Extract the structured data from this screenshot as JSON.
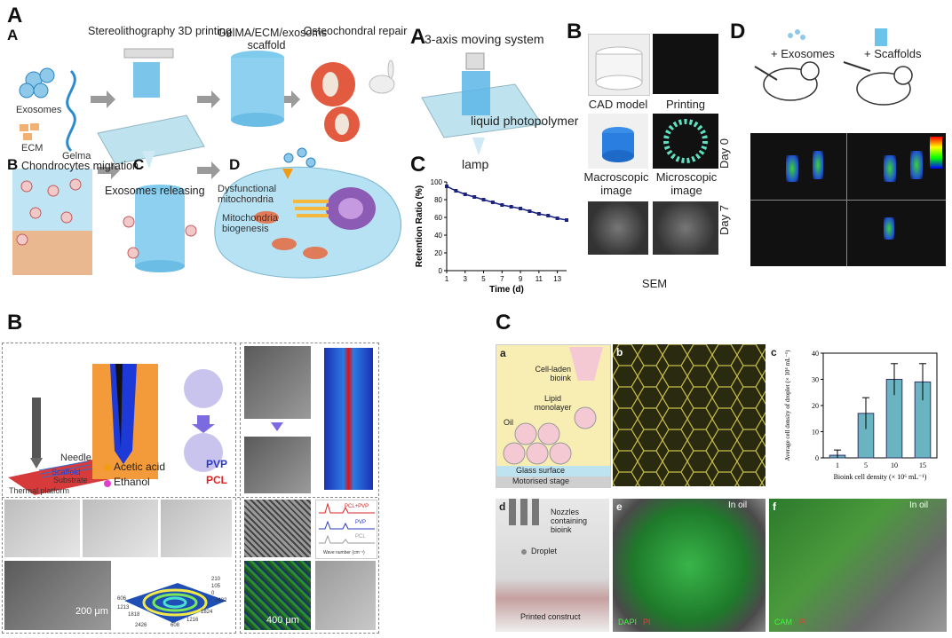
{
  "panelA": {
    "letter": "A",
    "sub_a": "A",
    "sub_b": "B",
    "sub_c": "C",
    "sub_d": "D",
    "step1": "Stereolithography 3D printing",
    "step2": "GelMA/ECM/exosoms scaffold",
    "step3": "Osteochondral repair",
    "exosomes": "Exosomes",
    "ecm": "ECM",
    "gelma": "Gelma",
    "chondro": "Chondrocytes migration",
    "releasing": "Exosomes releasing",
    "dysfunctional": "Dysfunctional mitochondria",
    "biogenesis": "Mitochondria biogenesis"
  },
  "panelA2": {
    "letter": "A",
    "moving": "3-axis moving system",
    "photopolymer": "liquid photopolymer",
    "lamp": "lamp",
    "sub_b": "B",
    "cad": "CAD model",
    "printing": "Printing",
    "macro": "Macroscopic image",
    "micro": "Microscopic image",
    "sem": "SEM",
    "sub_c": "C",
    "sub_d": "D",
    "plus_exo": "+ Exosomes",
    "plus_scaf": "+ Scaffolds",
    "day0": "Day 0",
    "day7": "Day 7"
  },
  "panelB": {
    "letter": "B",
    "needle": "Needle",
    "scaffold": "Scaffold",
    "substrate": "Substrate",
    "platform": "Thermal platform",
    "acetic": "Acetic acid",
    "ethanol": "Ethanol",
    "pvp": "PVP",
    "pcl": "PCL",
    "scale200": "200 μm",
    "scale400": "400 μm",
    "legend_pclpvp": "PCL+PVP",
    "legend_pvp": "PVP",
    "legend_pcl": "PCL",
    "wave": "Wave number (cm⁻¹)",
    "axis_ticks": [
      "210",
      "105",
      "0",
      "2432",
      "1824",
      "1216",
      "608",
      "1213",
      "1818",
      "2426",
      "606"
    ]
  },
  "panelC": {
    "letter": "C",
    "a": "a",
    "b": "b",
    "c": "c",
    "d": "d",
    "e": "e",
    "f": "f",
    "cell_laden": "Cell-laden bioink",
    "lipid": "Lipid monolayer",
    "oil": "Oil",
    "glass": "Glass surface",
    "stage": "Motorised stage",
    "nozzles": "Nozzles containing bioink",
    "droplet": "Droplet",
    "printed": "Printed construct",
    "inoil": "In oil",
    "dapi": "DAPI",
    "pi": "PI",
    "calcein": "CAM",
    "pi2": "PI"
  },
  "chart_retention": {
    "type": "line",
    "xlabel": "Time (d)",
    "ylabel": "Retention Ratio (%)",
    "xlim": [
      1,
      14
    ],
    "ylim": [
      0,
      100
    ],
    "xticks": [
      "1",
      "3",
      "5",
      "7",
      "9",
      "11",
      "13"
    ],
    "yticks": [
      "0",
      "20",
      "40",
      "60",
      "80",
      "100"
    ],
    "x": [
      1,
      2,
      3,
      4,
      5,
      6,
      7,
      8,
      9,
      10,
      11,
      12,
      13,
      14
    ],
    "y": [
      95,
      90,
      86,
      83,
      80,
      77,
      74,
      72,
      70,
      67,
      64,
      62,
      59,
      57
    ],
    "color": "#1a237e"
  },
  "chart_data": {
    "type": "bar",
    "label": "c",
    "categories": [
      "1",
      "5",
      "10",
      "15"
    ],
    "values": [
      1,
      17,
      30,
      29
    ],
    "errors": [
      2,
      6,
      6,
      7
    ],
    "xlabel": "Bioink cell density (× 10⁶ mL⁻¹)",
    "ylabel": "Average cell density of droplet (× 10⁶ mL⁻¹)",
    "ylim": [
      0,
      40
    ],
    "yticks": [
      "0",
      "10",
      "20",
      "30",
      "40"
    ],
    "bar_color": "#6ab4c2"
  }
}
